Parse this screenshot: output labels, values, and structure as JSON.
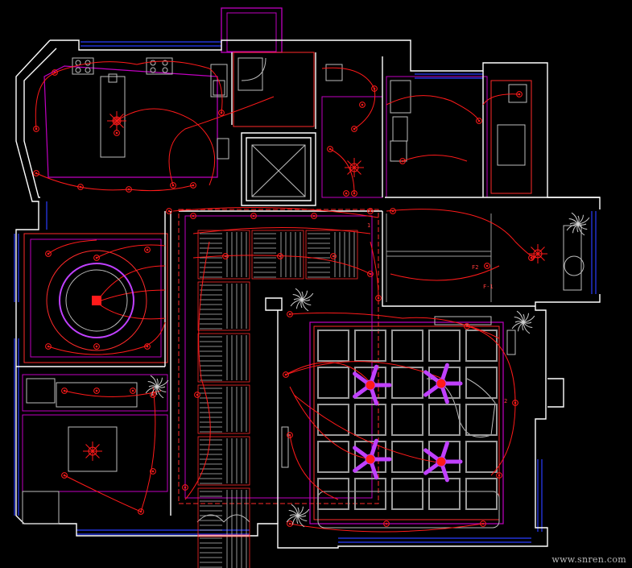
{
  "drawing": {
    "background": "#000000",
    "wall_color": "#ffffff",
    "circuit_color": "#ff1a1a",
    "ceiling_color": "#c000c0",
    "window_color": "#2a3cff",
    "furniture_color": "#bdbdbd",
    "fan_color": "#c040ff",
    "labels": {
      "board_a": "F2",
      "board_b": "F-1",
      "mark_1": "1",
      "mark_2": "2"
    }
  },
  "watermark": {
    "text": "www.snren.com"
  }
}
